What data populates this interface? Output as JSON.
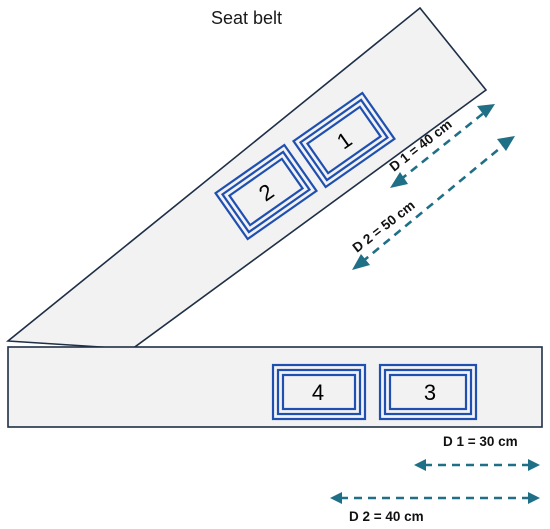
{
  "title": "Seat belt",
  "coils": {
    "c1": "1",
    "c2": "2",
    "c3": "3",
    "c4": "4"
  },
  "distances": {
    "upper_d1": "D 1 = 40 cm",
    "upper_d2": "D 2 = 50 cm",
    "lower_d1": "D 1 = 30 cm",
    "lower_d2": "D 2 = 40 cm"
  },
  "colors": {
    "belt_fill": "#f2f2f2",
    "belt_outline": "#1f2f46",
    "coil_blue": "#1f4fb0",
    "arrow_teal": "#1f6f86"
  }
}
